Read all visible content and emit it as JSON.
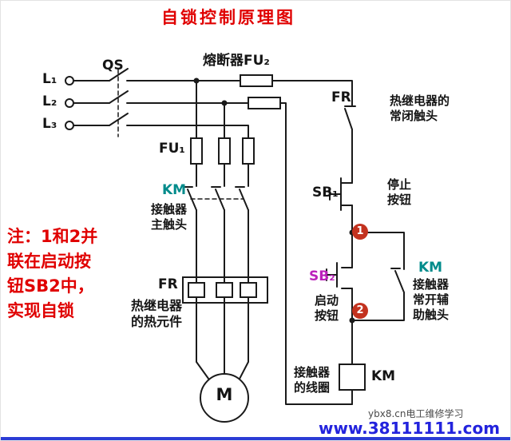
{
  "title": "自锁控制原理图",
  "colors": {
    "title_red": "#e00000",
    "km_teal": "#008b8b",
    "sb2_magenta": "#bb22bb",
    "node_badge_red": "#c3321f",
    "watermark_blue": "#2323dd",
    "bottom_bar_blue": "#2b3cd5"
  },
  "power": {
    "l1": "L₁",
    "l2": "L₂",
    "l3": "L₃"
  },
  "qs": "QS",
  "fu2": "熔断器FU₂",
  "fu1": "FU₁",
  "km_main": {
    "label": "KM",
    "desc_lines": [
      "接触器",
      "主触头"
    ]
  },
  "fr_heater": {
    "label": "FR",
    "desc_lines": [
      "热继电器",
      "的热元件"
    ]
  },
  "motor": "M",
  "note_lines": [
    "注：1和2并",
    "联在启动按",
    "钮SB2中，",
    "实现自锁"
  ],
  "fr_contact": {
    "label": "FR",
    "desc_lines": [
      "热继电器的",
      "常闭触头"
    ]
  },
  "sb1": {
    "label": "SB₁",
    "desc_lines": [
      "停止",
      "按钮"
    ]
  },
  "sb2": {
    "label": "SB₂",
    "desc_lines": [
      "启动",
      "按钮"
    ]
  },
  "km_aux": {
    "label": "KM",
    "desc_lines": [
      "接触器",
      "常开辅",
      "助触头"
    ]
  },
  "node1": "1",
  "node2": "2",
  "coil": {
    "label": "KM",
    "desc_lines": [
      "接触器",
      "的线圈"
    ]
  },
  "watermark_small": "ybx8.cn电工维修学习",
  "watermark_url": "www.38111111.com"
}
